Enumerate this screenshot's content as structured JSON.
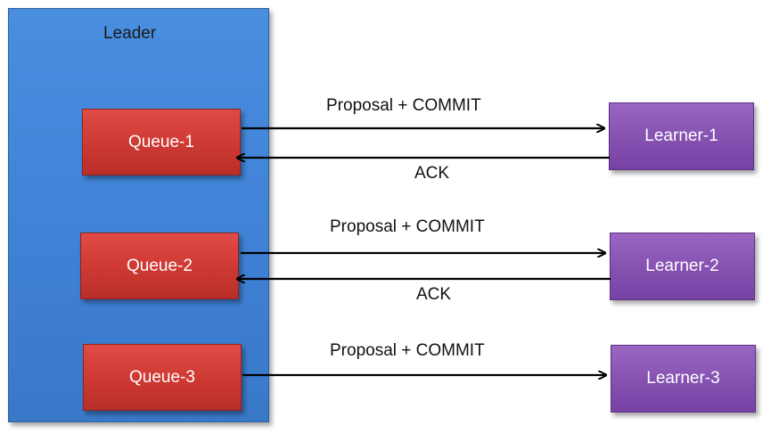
{
  "leader": {
    "label": "Leader"
  },
  "queues": [
    {
      "label": "Queue-1"
    },
    {
      "label": "Queue-2"
    },
    {
      "label": "Queue-3"
    }
  ],
  "learners": [
    {
      "label": "Learner-1"
    },
    {
      "label": "Learner-2"
    },
    {
      "label": "Learner-3"
    }
  ],
  "messages": {
    "proposal_1": "Proposal + COMMIT",
    "ack_1": "ACK",
    "proposal_2": "Proposal + COMMIT",
    "ack_2": "ACK",
    "proposal_3": "Proposal + COMMIT"
  },
  "colors": {
    "leader": "#3f82d6",
    "queue": "#cf3a34",
    "learner": "#8752b2",
    "arrow": "#000000"
  }
}
